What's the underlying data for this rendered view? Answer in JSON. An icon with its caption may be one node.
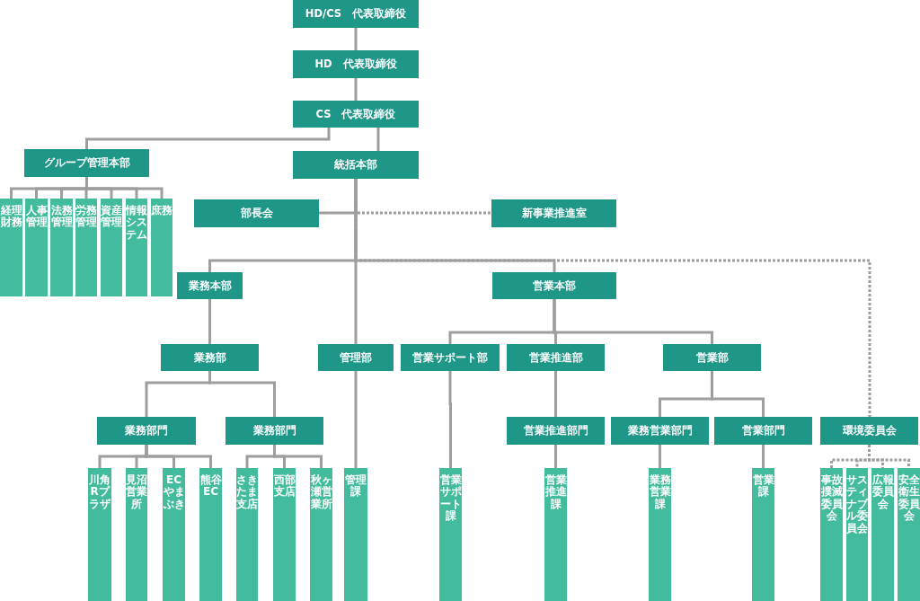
{
  "diagram": {
    "nodes": [
      {
        "text": [
          "HD/CS　代表取締役"
        ]
      },
      {
        "text": [
          "HD　代表取締役"
        ]
      },
      {
        "text": [
          "CS　代表取締役"
        ]
      },
      {
        "text": [
          "グループ管理本部"
        ]
      },
      {
        "text": [
          "統括本部"
        ]
      },
      {
        "text": [
          "経理財務"
        ]
      },
      {
        "text": [
          "人事管理"
        ]
      },
      {
        "text": [
          "法務管理"
        ]
      },
      {
        "text": [
          "労務管理"
        ]
      },
      {
        "text": [
          "資産管理"
        ]
      },
      {
        "text": [
          "情報システム"
        ]
      },
      {
        "text": [
          "庶務"
        ]
      },
      {
        "text": [
          "部長会"
        ]
      },
      {
        "text": [
          "新事業推進室"
        ]
      },
      {
        "text": [
          "業務本部"
        ]
      },
      {
        "text": [
          "営業本部"
        ]
      },
      {
        "text": [
          "業務部"
        ]
      },
      {
        "text": [
          "管理部"
        ]
      },
      {
        "text": [
          "営業サポート部"
        ]
      },
      {
        "text": [
          "営業推進部"
        ]
      },
      {
        "text": [
          "営業部"
        ]
      },
      {
        "text": [
          "業務部門"
        ]
      },
      {
        "text": [
          "業務部門"
        ]
      },
      {
        "text": [
          "営業推進部門"
        ]
      },
      {
        "text": [
          "業務営業部門"
        ]
      },
      {
        "text": [
          "営業部門"
        ]
      },
      {
        "text": [
          "環境委員会"
        ]
      },
      {
        "text": [
          "川角Rプラザ"
        ]
      },
      {
        "text": [
          "見沼営業所"
        ]
      },
      {
        "text": [
          "ECやまぶき"
        ]
      },
      {
        "text": [
          "熊谷EC"
        ]
      },
      {
        "text": [
          "さきたま支店"
        ]
      },
      {
        "text": [
          "西部支店"
        ]
      },
      {
        "text": [
          "秋ヶ瀬営業所"
        ]
      },
      {
        "text": [
          "管理課"
        ]
      },
      {
        "text": [
          "営業サポート課"
        ]
      },
      {
        "text": [
          "営業推進課"
        ]
      },
      {
        "text": [
          "業務営業課"
        ]
      },
      {
        "text": [
          "営業課"
        ]
      },
      {
        "text": [
          "事故撲滅委員会"
        ]
      },
      {
        "text": [
          "サスティナブル委員会"
        ]
      },
      {
        "text": [
          "広報委員会"
        ]
      },
      {
        "text": [
          "安全衛生委員会"
        ]
      }
    ],
    "edges": [
      {
        "from": 0,
        "to": 1,
        "arrow": "none"
      },
      {
        "from": 1,
        "to": 2,
        "arrow": "none"
      },
      {
        "from": 2,
        "to": 3,
        "arrow": "none"
      },
      {
        "from": 2,
        "to": 4,
        "arrow": "none"
      },
      {
        "from": 3,
        "to": 5,
        "arrow": "none"
      },
      {
        "from": 3,
        "to": 6,
        "arrow": "none"
      },
      {
        "from": 3,
        "to": 7,
        "arrow": "none"
      },
      {
        "from": 3,
        "to": 8,
        "arrow": "none"
      },
      {
        "from": 3,
        "to": 9,
        "arrow": "none"
      },
      {
        "from": 3,
        "to": 10,
        "arrow": "none"
      },
      {
        "from": 3,
        "to": 11,
        "arrow": "none"
      },
      {
        "from": 4,
        "to": 12,
        "arrow": "none"
      },
      {
        "from": 4,
        "to": 13,
        "arrow": "none",
        "style": "dashed"
      },
      {
        "from": 4,
        "to": 14,
        "arrow": "none"
      },
      {
        "from": 4,
        "to": 15,
        "arrow": "none"
      },
      {
        "from": 4,
        "to": 17,
        "arrow": "none"
      },
      {
        "from": 4,
        "to": 26,
        "arrow": "none",
        "style": "dashed"
      },
      {
        "from": 14,
        "to": 16,
        "arrow": "none"
      },
      {
        "from": 16,
        "to": 21,
        "arrow": "none"
      },
      {
        "from": 16,
        "to": 22,
        "arrow": "none"
      },
      {
        "from": 21,
        "to": 27,
        "arrow": "none"
      },
      {
        "from": 21,
        "to": 28,
        "arrow": "none"
      },
      {
        "from": 21,
        "to": 29,
        "arrow": "none"
      },
      {
        "from": 21,
        "to": 30,
        "arrow": "none"
      },
      {
        "from": 22,
        "to": 31,
        "arrow": "none"
      },
      {
        "from": 22,
        "to": 32,
        "arrow": "none"
      },
      {
        "from": 22,
        "to": 33,
        "arrow": "none"
      },
      {
        "from": 17,
        "to": 34,
        "arrow": "none"
      },
      {
        "from": 15,
        "to": 18,
        "arrow": "none"
      },
      {
        "from": 15,
        "to": 19,
        "arrow": "none"
      },
      {
        "from": 15,
        "to": 20,
        "arrow": "none"
      },
      {
        "from": 18,
        "to": 35,
        "arrow": "none"
      },
      {
        "from": 19,
        "to": 23,
        "arrow": "none"
      },
      {
        "from": 23,
        "to": 36,
        "arrow": "none"
      },
      {
        "from": 20,
        "to": 24,
        "arrow": "none"
      },
      {
        "from": 20,
        "to": 25,
        "arrow": "none"
      },
      {
        "from": 24,
        "to": 37,
        "arrow": "none"
      },
      {
        "from": 25,
        "to": 38,
        "arrow": "none"
      },
      {
        "from": 26,
        "to": 39,
        "arrow": "none",
        "style": "dashed"
      },
      {
        "from": 26,
        "to": 40,
        "arrow": "none",
        "style": "dashed"
      },
      {
        "from": 26,
        "to": 41,
        "arrow": "none",
        "style": "dashed"
      },
      {
        "from": 26,
        "to": 42,
        "arrow": "none",
        "style": "dashed"
      }
    ]
  }
}
